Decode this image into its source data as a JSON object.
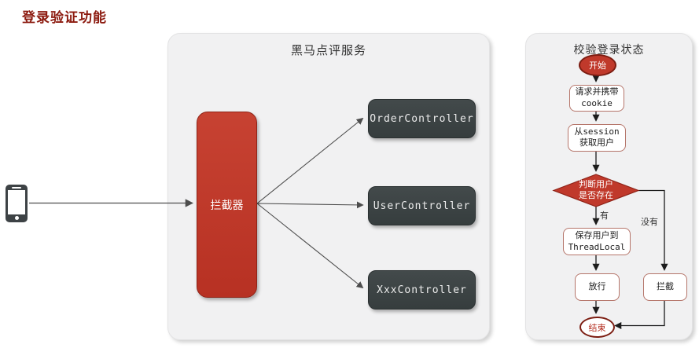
{
  "page": {
    "title": "登录验证功能"
  },
  "colors": {
    "title_red": "#8c1a0f",
    "node_red": "#c0392b",
    "node_red_border": "#8e2318",
    "controller_dark": "#3b4243",
    "panel_bg": "#f1f1f2",
    "flow_box_border": "#b5756a",
    "arrow_gray": "#4d4d4d",
    "arrow_black": "#1c1c1c"
  },
  "icons": {
    "smartphone": "smartphone-icon"
  },
  "main_panel": {
    "title": "黑马点评服务",
    "interceptor": "拦截器",
    "controllers": [
      "OrderController",
      "UserController",
      "XxxController"
    ]
  },
  "flow_panel": {
    "title": "校验登录状态",
    "start": "开始",
    "request": {
      "line1": "请求并携带",
      "line2": "cookie"
    },
    "session": {
      "prefix": "从",
      "code": "session",
      "line2": "获取用户"
    },
    "decision": {
      "line1": "判断用户",
      "line2": "是否存在"
    },
    "labels": {
      "yes": "有",
      "no": "没有"
    },
    "save": {
      "line1": "保存用户到",
      "line2": "ThreadLocal"
    },
    "pass": "放行",
    "block": "拦截",
    "end": "结束"
  }
}
